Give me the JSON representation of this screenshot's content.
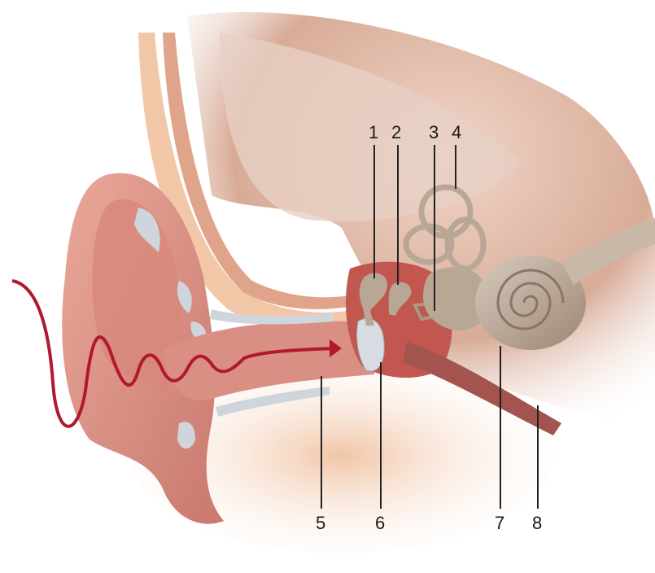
{
  "labels": [
    "1",
    "2",
    "3",
    "4",
    "5",
    "6",
    "7",
    "8"
  ],
  "colors": {
    "background": "#ffffff",
    "skin": "#e8b49a",
    "ear_canal": "#d98f84",
    "cartilage": "#cfd5dc",
    "bone": "#a89786",
    "sound_wave": "#b0182f",
    "leader_line": "#222222"
  }
}
